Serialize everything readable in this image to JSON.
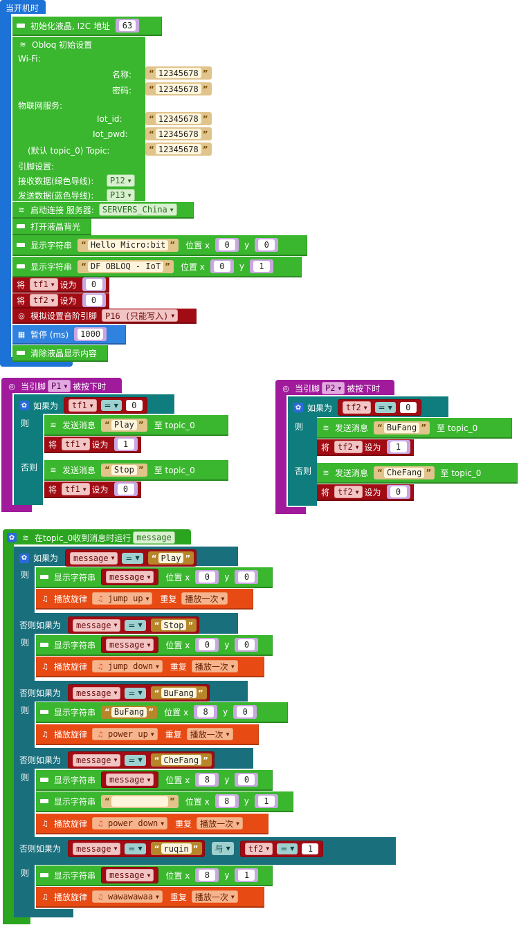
{
  "start": {
    "hat": "当开机时",
    "lcd_init": {
      "label": "初始化液晶, I2C 地址",
      "value": "63"
    },
    "obloq_title": "Obloq 初始设置",
    "wifi_label": "Wi-Fi:",
    "name_label": "名称:",
    "name_value": "12345678",
    "pwd_label": "密码:",
    "pwd_value": "12345678",
    "iot_label": "物联网服务:",
    "iot_id_label": "Iot_id:",
    "iot_id_value": "12345678",
    "iot_pwd_label": "Iot_pwd:",
    "iot_pwd_value": "12345678",
    "topic_label": "(默认 topic_0) Topic:",
    "topic_value": "12345678",
    "pin_label": "引脚设置:",
    "rx_label": "接收数据(绿色导线):",
    "rx_value": "P12",
    "tx_label": "发送数据(蓝色导线):",
    "tx_value": "P13",
    "connect_label": "启动连接 服务器:",
    "connect_value": "SERVERS_China",
    "backlight": "打开液晶背光",
    "show1": {
      "label": "显示字符串",
      "text": "Hello Micro:bit",
      "pos": "位置 x",
      "x": "0",
      "y_label": "y",
      "y": "0"
    },
    "show2": {
      "label": "显示字符串",
      "text": "DF OBLOQ - IoT",
      "pos": "位置 x",
      "x": "0",
      "y_label": "y",
      "y": "1"
    },
    "set_tf1": {
      "set": "将",
      "var": "tf1",
      "to": "设为",
      "value": "0"
    },
    "set_tf2": {
      "set": "将",
      "var": "tf2",
      "to": "设为",
      "value": "0"
    },
    "music_pin": {
      "label": "模拟设置音阶引脚",
      "value": "P16 (只能写入)"
    },
    "pause": {
      "label": "暂停 (ms)",
      "value": "1000"
    },
    "clear": "清除液晶显示内容"
  },
  "p1": {
    "hat_pre": "当引脚",
    "pin": "P1",
    "hat_post": "被按下时",
    "if_label": "如果为",
    "var": "tf1",
    "op": "=",
    "value": "0",
    "then": "则",
    "send_label": "发送消息",
    "msg": "Play",
    "to_label": "至 topic_0",
    "set1": {
      "set": "将",
      "var": "tf1",
      "to": "设为",
      "value": "1"
    },
    "else": "否则",
    "send2_label": "发送消息",
    "msg2": "Stop",
    "to2_label": "至 topic_0",
    "set2": {
      "set": "将",
      "var": "tf1",
      "to": "设为",
      "value": "0"
    }
  },
  "p2": {
    "hat_pre": "当引脚",
    "pin": "P2",
    "hat_post": "被按下时",
    "if_label": "如果为",
    "var": "tf2",
    "op": "=",
    "value": "0",
    "then": "则",
    "send_label": "发送消息",
    "msg": "BuFang",
    "to_label": "至 topic_0",
    "set1": {
      "set": "将",
      "var": "tf2",
      "to": "设为",
      "value": "1"
    },
    "else": "否则",
    "send2_label": "发送消息",
    "msg2": "CheFang",
    "to2_label": "至 topic_0",
    "set2": {
      "set": "将",
      "var": "tf2",
      "to": "设为",
      "value": "0"
    }
  },
  "msg": {
    "hat_pre": "在topic_0收到消息时运行",
    "param": "message",
    "if": "如果为",
    "elif": "否则如果为",
    "then": "则",
    "var": "message",
    "op": "=",
    "and": "与",
    "show": "显示字符串",
    "pos": "位置 x",
    "y": "y",
    "play": "播放旋律",
    "repeat": "重复",
    "once": "播放一次",
    "c1": {
      "cmp": "Play",
      "x": "0",
      "yv": "0",
      "melody": "jump up"
    },
    "c2": {
      "cmp": "Stop",
      "x": "0",
      "yv": "0",
      "melody": "jump down"
    },
    "c3": {
      "cmp": "BuFang",
      "text": "BuFang",
      "x": "8",
      "yv": "0",
      "melody": "power up"
    },
    "c4": {
      "cmp": "CheFang",
      "x": "8",
      "yv": "0",
      "text2": "",
      "x2": "8",
      "y2": "1",
      "melody": "power down"
    },
    "c5": {
      "cmp": "ruqin",
      "var2": "tf2",
      "val2": "1",
      "x": "8",
      "yv": "1",
      "melody": "wawawawaa"
    }
  }
}
